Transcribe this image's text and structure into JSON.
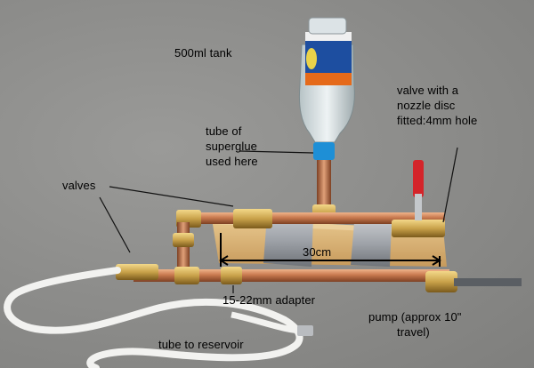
{
  "labels": {
    "tank": "500ml tank",
    "valve_nozzle": [
      "valve with a",
      "nozzle disc",
      "fitted:4mm hole"
    ],
    "superglue": [
      "tube of",
      "superglue",
      "used here"
    ],
    "valves": "valves",
    "dimension": "30cm",
    "adapter": "15-22mm adapter",
    "pump": [
      "pump (approx 10\"",
      "travel)"
    ],
    "reservoir": "tube to reservoir"
  },
  "colors": {
    "background": "#8d8d8b",
    "copper": "#c8794f",
    "brass": "#c9a24a",
    "wood": "#d8b57a",
    "tape": "#a9adb3",
    "hose": "#f2f2f0",
    "valve_handle": "#d4242a",
    "label_text": "#000000"
  }
}
